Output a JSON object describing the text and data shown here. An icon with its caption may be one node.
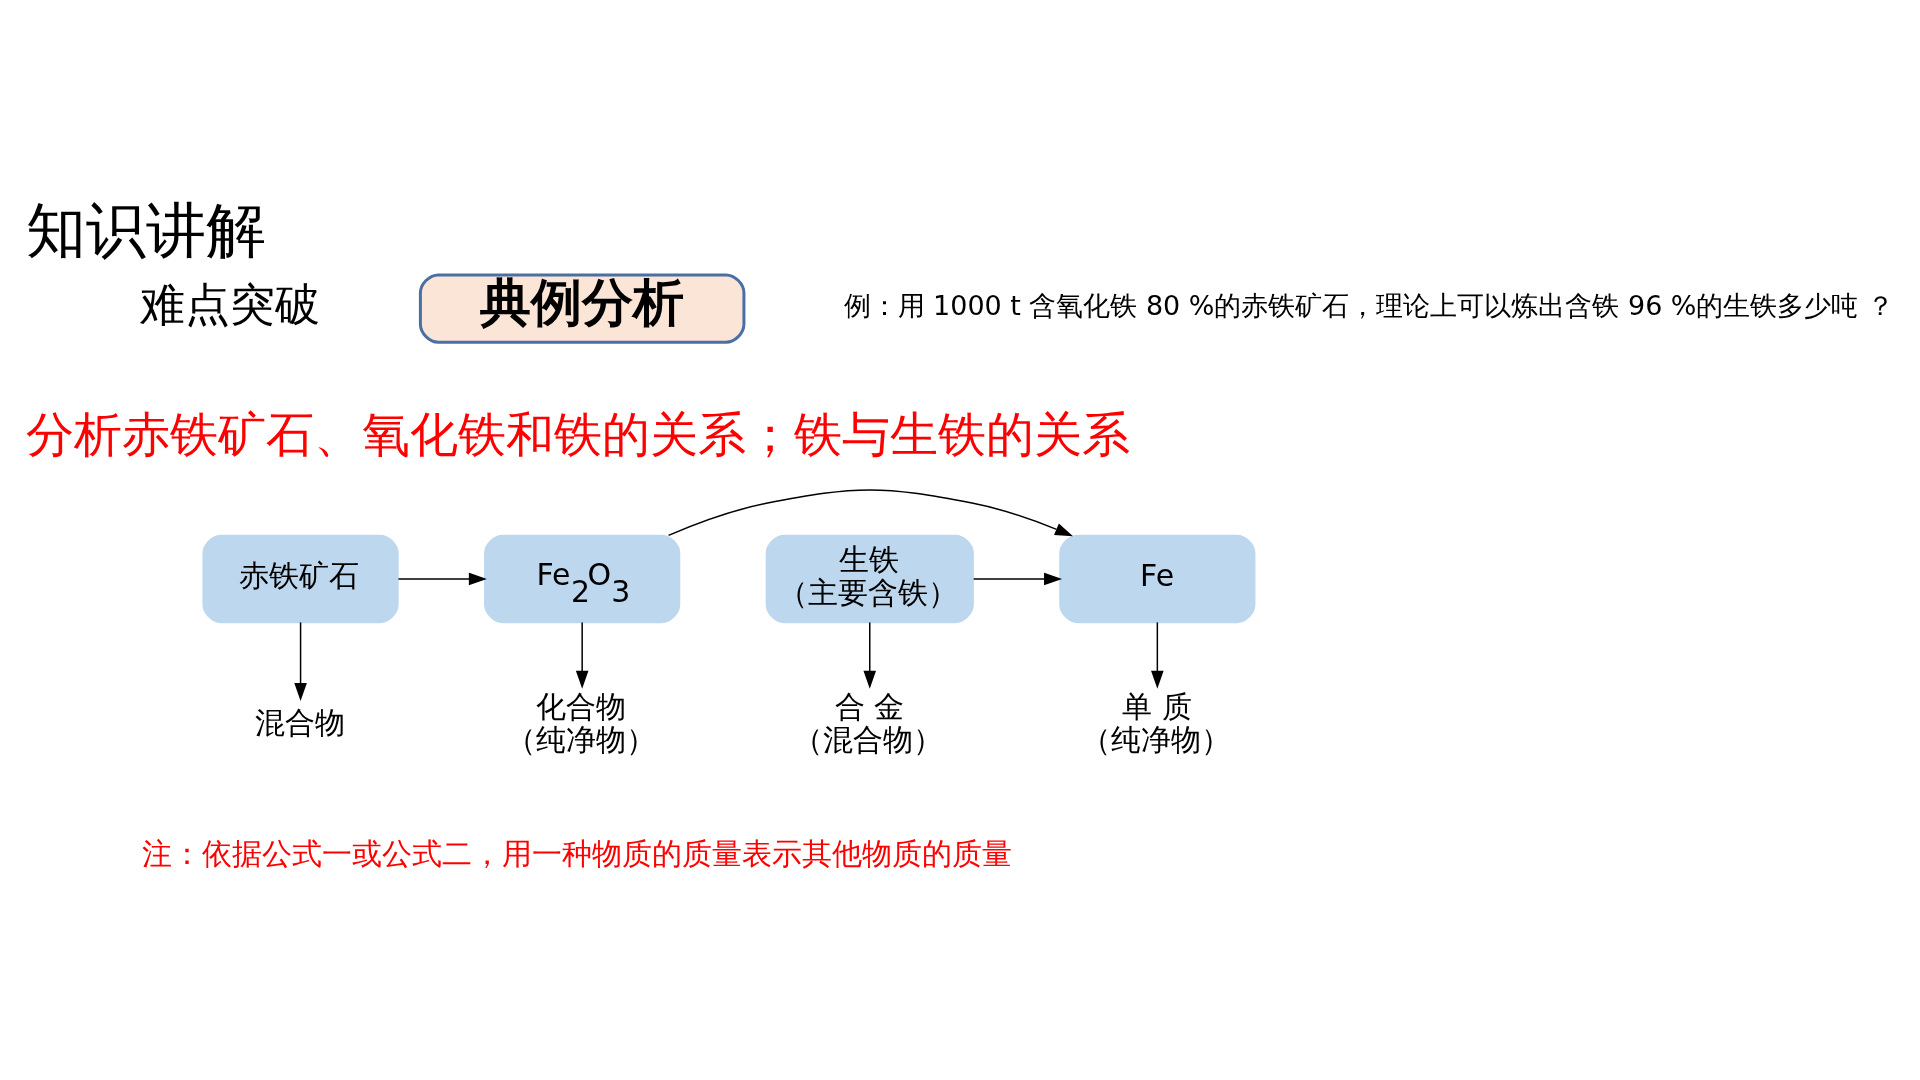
{
  "diagram": {
    "title": "知识讲解",
    "nodes": [
      {
        "text": [
          "赤铁矿石"
        ]
      },
      {
        "text": [
          "Fe$_{2}$O$_{3}$"
        ]
      },
      {
        "text": [
          "Fe"
        ]
      },
      {
        "text": [
          "生铁",
          "（主要含铁）"
        ]
      },
      {
        "text": [
          "混合物"
        ]
      },
      {
        "text": [
          "化合物",
          "（纯净物）"
        ]
      },
      {
        "text": [
          "单 质",
          "（纯净物）"
        ]
      },
      {
        "text": [
          "合 金",
          "（混合物）"
        ]
      },
      {
        "text": [
          "典例分析"
        ]
      }
    ],
    "edges": [
      {
        "from": 0,
        "to": 1,
        "arrow": "to"
      },
      {
        "from": 1,
        "to": 2,
        "arrow": "to"
      },
      {
        "from": 3,
        "to": 2,
        "arrow": "to"
      },
      {
        "from": 0,
        "to": 4,
        "arrow": "to"
      },
      {
        "from": 1,
        "to": 5,
        "arrow": "to"
      },
      {
        "from": 2,
        "to": 6,
        "arrow": "to"
      },
      {
        "from": 3,
        "to": 7,
        "arrow": "to"
      }
    ],
    "labels": [
      "难点突破",
      "例：用 1000 t 含氧化铁 80 %的赤铁矿石，理论上可以炼出含铁 96 %的生铁多少吨 ？",
      "分析赤铁矿石、氧化铁和铁的关系；铁与生铁的关系",
      "注：依据公式一或公式二，用一种物质的质量表示其他物质的质量"
    ]
  }
}
